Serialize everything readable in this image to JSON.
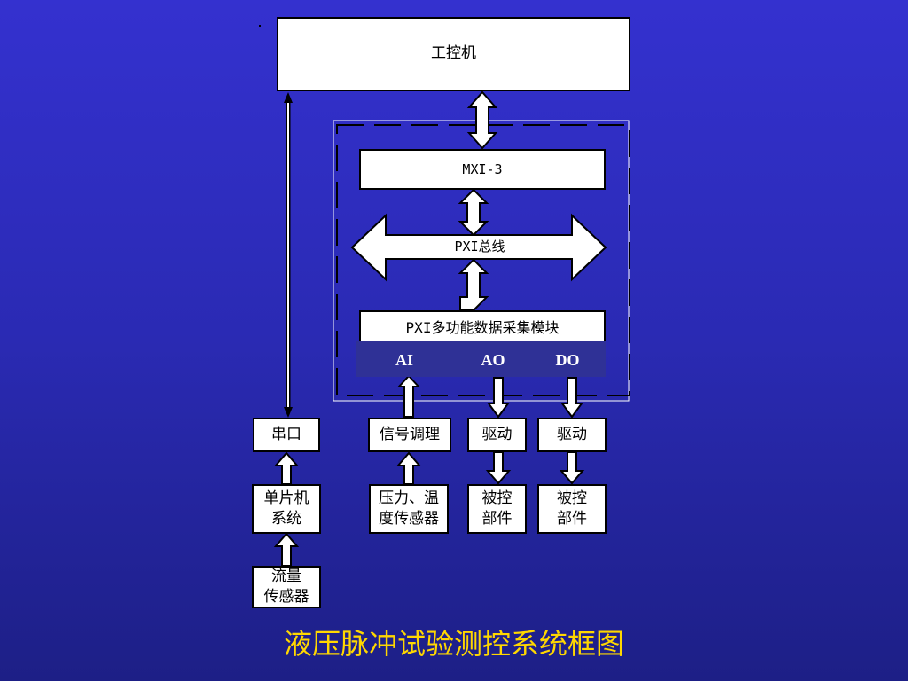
{
  "diagram": {
    "pc": "工控机",
    "mxi": "MXI-3",
    "pxi_bus": "PXI总线",
    "daq": "PXI多功能数据采集模块",
    "ports": {
      "ai": "AI",
      "ao": "AO",
      "do": "DO"
    },
    "serial": "串口",
    "mcu": "单片机\n系统",
    "flow_sensor": "流量\n传感器",
    "conditioning": "信号调理",
    "pt_sensor": "压力、温\n度传感器",
    "drive_ao": "驱动",
    "drive_do": "驱动",
    "controlled_ao": "被控\n部件",
    "controlled_do": "被控\n部件"
  },
  "caption": "液压脉冲试验测控系统框图",
  "colors": {
    "background_top": "#3431cf",
    "background_bottom": "#1d1f86",
    "caption": "#ffd700",
    "io_strip": "#2f3196"
  }
}
